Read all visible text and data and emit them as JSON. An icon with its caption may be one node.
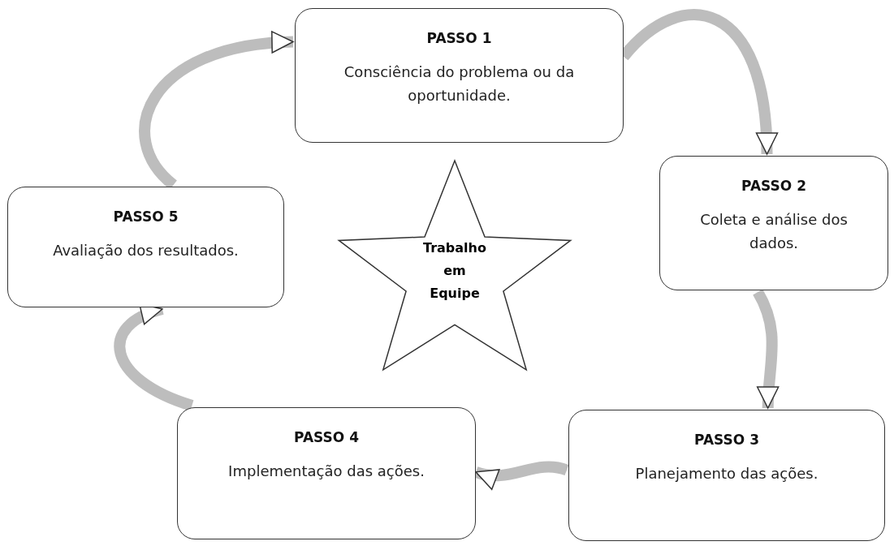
{
  "diagram": {
    "nodes": [
      {
        "text": [
          "PASSO 1",
          "Consciência do problema ou da oportunidade."
        ]
      },
      {
        "text": [
          "PASSO 2",
          "Coleta e análise dos dados."
        ]
      },
      {
        "text": [
          "PASSO 3",
          "Planejamento das ações."
        ]
      },
      {
        "text": [
          "PASSO 4",
          "Implementação das ações."
        ]
      },
      {
        "text": [
          "PASSO 5",
          "Avaliação dos resultados."
        ]
      },
      {
        "text": [
          "Trabalho em Equipe"
        ]
      }
    ],
    "edges": [
      {
        "from": 0,
        "to": 1,
        "arrow": "to"
      },
      {
        "from": 1,
        "to": 2,
        "arrow": "to"
      },
      {
        "from": 2,
        "to": 3,
        "arrow": "to"
      },
      {
        "from": 3,
        "to": 4,
        "arrow": "to"
      },
      {
        "from": 4,
        "to": 0,
        "arrow": "to"
      }
    ]
  }
}
